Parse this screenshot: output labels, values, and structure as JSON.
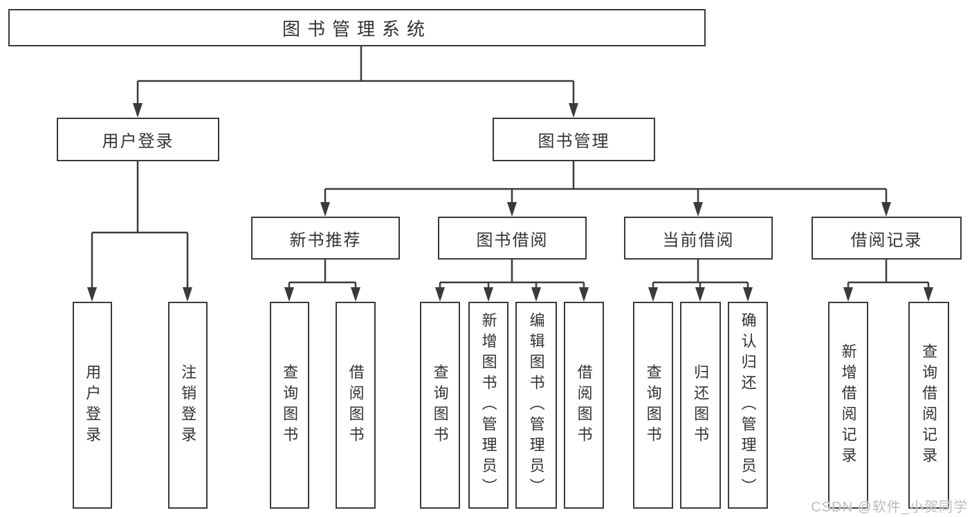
{
  "diagram": {
    "type": "hierarchy-tree",
    "tree": {
      "root": {
        "label": "图书管理系统",
        "children": [
          {
            "label": "用户登录",
            "children": [
              {
                "label": "用户登录"
              },
              {
                "label": "注销登录"
              }
            ]
          },
          {
            "label": "图书管理",
            "children": [
              {
                "label": "新书推荐",
                "children": [
                  {
                    "label": "查询图书"
                  },
                  {
                    "label": "借阅图书"
                  }
                ]
              },
              {
                "label": "图书借阅",
                "children": [
                  {
                    "label": "查询图书"
                  },
                  {
                    "label": "新增图书（管理员）"
                  },
                  {
                    "label": "编辑图书（管理员）"
                  },
                  {
                    "label": "借阅图书"
                  }
                ]
              },
              {
                "label": "当前借阅",
                "children": [
                  {
                    "label": "查询图书"
                  },
                  {
                    "label": "归还图书"
                  },
                  {
                    "label": "确认归还（管理员）"
                  }
                ]
              },
              {
                "label": "借阅记录",
                "children": [
                  {
                    "label": "新增借阅记录"
                  },
                  {
                    "label": "查询借阅记录"
                  }
                ]
              }
            ]
          }
        ]
      }
    },
    "colors": {
      "line": "#3a3a3a",
      "text": "#333333",
      "background": "#ffffff",
      "watermark": "#bdbdbd"
    }
  },
  "watermark": {
    "text": "CSDN @软件_小贺同学"
  }
}
